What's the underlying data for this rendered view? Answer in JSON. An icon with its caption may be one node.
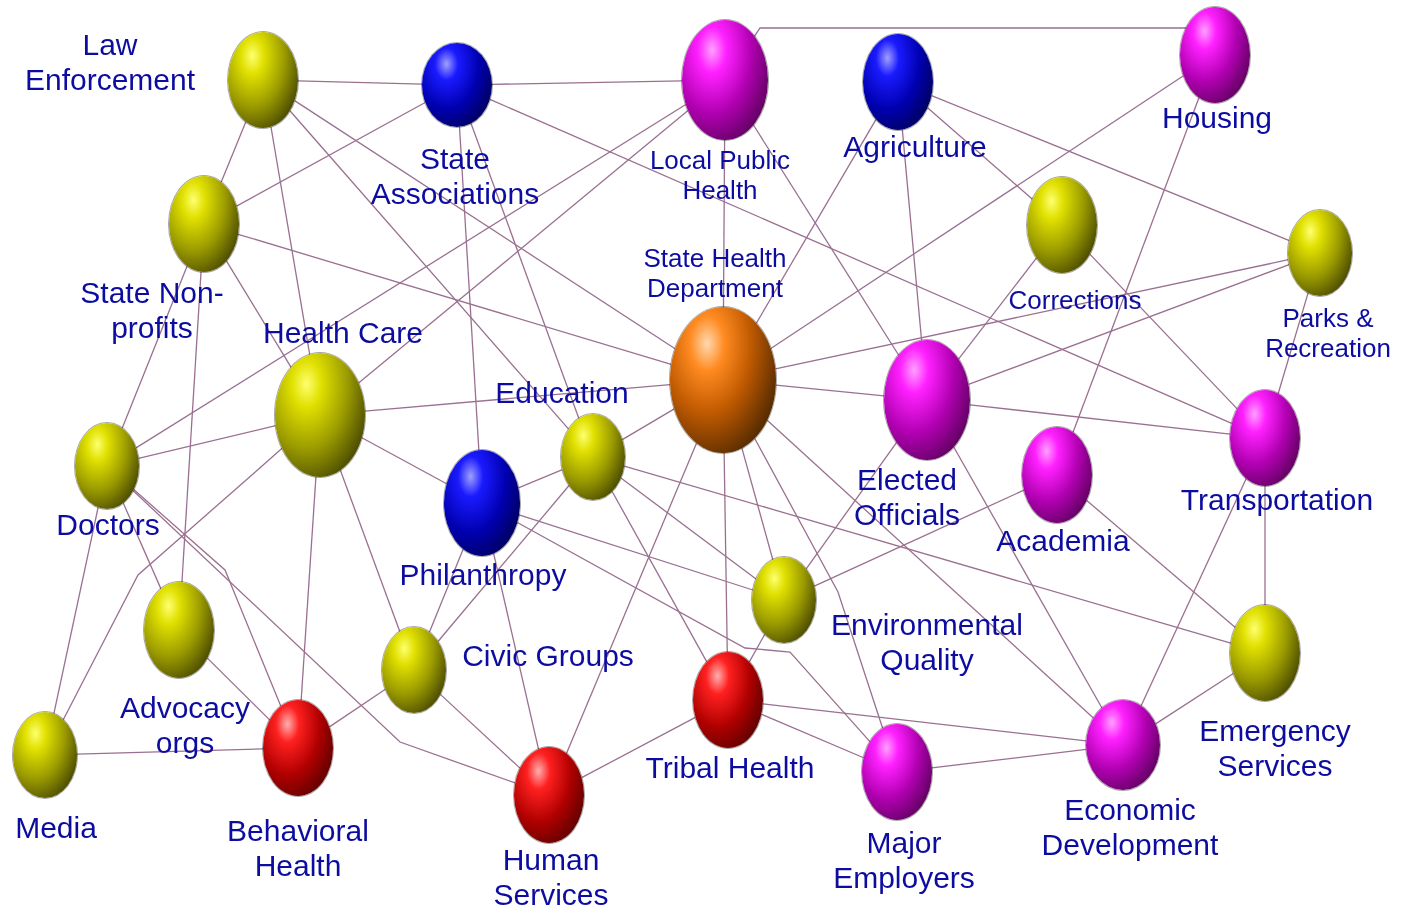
{
  "diagram": {
    "nodes": [
      {
        "text": [
          "Law Enforcement"
        ]
      },
      {
        "text": [
          "State Associations"
        ]
      },
      {
        "text": [
          "Local Public Health"
        ]
      },
      {
        "text": [
          "Agriculture"
        ]
      },
      {
        "text": [
          "Housing"
        ]
      },
      {
        "text": [
          "State Non-profits"
        ]
      },
      {
        "text": [
          "Corrections"
        ]
      },
      {
        "text": [
          "Parks & Recreation"
        ]
      },
      {
        "text": [
          "State Health Department"
        ]
      },
      {
        "text": [
          "Health Care"
        ]
      },
      {
        "text": [
          "Education"
        ]
      },
      {
        "text": [
          "Elected Officials"
        ]
      },
      {
        "text": [
          "Doctors"
        ]
      },
      {
        "text": [
          "Philanthropy"
        ]
      },
      {
        "text": [
          "Academia"
        ]
      },
      {
        "text": [
          "Transportation"
        ]
      },
      {
        "text": [
          "Advocacy orgs"
        ]
      },
      {
        "text": [
          "Environmental Quality"
        ]
      },
      {
        "text": [
          "Civic Groups"
        ]
      },
      {
        "text": [
          "Emergency Services"
        ]
      },
      {
        "text": [
          "Media"
        ]
      },
      {
        "text": [
          "Behavioral Health"
        ]
      },
      {
        "text": [
          "Tribal Health"
        ]
      },
      {
        "text": [
          "Human Services"
        ]
      },
      {
        "text": [
          "Major Employers"
        ]
      },
      {
        "text": [
          "Economic Development"
        ]
      }
    ],
    "edges": [
      {
        "from": 0,
        "to": 1,
        "arrow": "none"
      },
      {
        "from": 0,
        "to": 5,
        "arrow": "none"
      },
      {
        "from": 0,
        "to": 9,
        "arrow": "none"
      },
      {
        "from": 0,
        "to": 8,
        "arrow": "none"
      },
      {
        "from": 0,
        "to": 10,
        "arrow": "none"
      },
      {
        "from": 1,
        "to": 5,
        "arrow": "none"
      },
      {
        "from": 1,
        "to": 2,
        "arrow": "none"
      },
      {
        "from": 1,
        "to": 13,
        "arrow": "none"
      },
      {
        "from": 1,
        "to": 10,
        "arrow": "none"
      },
      {
        "from": 1,
        "to": 15,
        "arrow": "none"
      },
      {
        "from": 2,
        "to": 4,
        "arrow": "none"
      },
      {
        "from": 2,
        "to": 12,
        "arrow": "none"
      },
      {
        "from": 2,
        "to": 9,
        "arrow": "none"
      },
      {
        "from": 2,
        "to": 8,
        "arrow": "none"
      },
      {
        "from": 2,
        "to": 11,
        "arrow": "none"
      },
      {
        "from": 3,
        "to": 8,
        "arrow": "none"
      },
      {
        "from": 3,
        "to": 11,
        "arrow": "none"
      },
      {
        "from": 3,
        "to": 6,
        "arrow": "none"
      },
      {
        "from": 3,
        "to": 7,
        "arrow": "none"
      },
      {
        "from": 4,
        "to": 8,
        "arrow": "none"
      },
      {
        "from": 4,
        "to": 14,
        "arrow": "none"
      },
      {
        "from": 5,
        "to": 8,
        "arrow": "none"
      },
      {
        "from": 5,
        "to": 12,
        "arrow": "none"
      },
      {
        "from": 5,
        "to": 16,
        "arrow": "none"
      },
      {
        "from": 5,
        "to": 9,
        "arrow": "none"
      },
      {
        "from": 6,
        "to": 11,
        "arrow": "none"
      },
      {
        "from": 6,
        "to": 15,
        "arrow": "none"
      },
      {
        "from": 7,
        "to": 8,
        "arrow": "none"
      },
      {
        "from": 7,
        "to": 11,
        "arrow": "none"
      },
      {
        "from": 7,
        "to": 15,
        "arrow": "none"
      },
      {
        "from": 8,
        "to": 9,
        "arrow": "none"
      },
      {
        "from": 8,
        "to": 10,
        "arrow": "none"
      },
      {
        "from": 8,
        "to": 11,
        "arrow": "none"
      },
      {
        "from": 8,
        "to": 22,
        "arrow": "none"
      },
      {
        "from": 8,
        "to": 23,
        "arrow": "none"
      },
      {
        "from": 8,
        "to": 17,
        "arrow": "none"
      },
      {
        "from": 8,
        "to": 24,
        "arrow": "none"
      },
      {
        "from": 8,
        "to": 25,
        "arrow": "none"
      },
      {
        "from": 9,
        "to": 12,
        "arrow": "none"
      },
      {
        "from": 9,
        "to": 13,
        "arrow": "none"
      },
      {
        "from": 9,
        "to": 20,
        "arrow": "none"
      },
      {
        "from": 9,
        "to": 21,
        "arrow": "none"
      },
      {
        "from": 9,
        "to": 18,
        "arrow": "none"
      },
      {
        "from": 12,
        "to": 20,
        "arrow": "none"
      },
      {
        "from": 12,
        "to": 21,
        "arrow": "none"
      },
      {
        "from": 12,
        "to": 23,
        "arrow": "none"
      },
      {
        "from": 12,
        "to": 16,
        "arrow": "none"
      },
      {
        "from": 16,
        "to": 21,
        "arrow": "none"
      },
      {
        "from": 20,
        "to": 21,
        "arrow": "none"
      },
      {
        "from": 13,
        "to": 10,
        "arrow": "none"
      },
      {
        "from": 13,
        "to": 17,
        "arrow": "none"
      },
      {
        "from": 13,
        "to": 23,
        "arrow": "none"
      },
      {
        "from": 13,
        "to": 24,
        "arrow": "none"
      },
      {
        "from": 13,
        "to": 18,
        "arrow": "none"
      },
      {
        "from": 18,
        "to": 21,
        "arrow": "none"
      },
      {
        "from": 18,
        "to": 23,
        "arrow": "none"
      },
      {
        "from": 18,
        "to": 10,
        "arrow": "none"
      },
      {
        "from": 10,
        "to": 22,
        "arrow": "none"
      },
      {
        "from": 10,
        "to": 17,
        "arrow": "none"
      },
      {
        "from": 10,
        "to": 19,
        "arrow": "none"
      },
      {
        "from": 11,
        "to": 17,
        "arrow": "none"
      },
      {
        "from": 11,
        "to": 15,
        "arrow": "none"
      },
      {
        "from": 11,
        "to": 25,
        "arrow": "none"
      },
      {
        "from": 14,
        "to": 17,
        "arrow": "none"
      },
      {
        "from": 14,
        "to": 19,
        "arrow": "none"
      },
      {
        "from": 15,
        "to": 19,
        "arrow": "none"
      },
      {
        "from": 15,
        "to": 25,
        "arrow": "none"
      },
      {
        "from": 17,
        "to": 22,
        "arrow": "none"
      },
      {
        "from": 22,
        "to": 23,
        "arrow": "none"
      },
      {
        "from": 22,
        "to": 24,
        "arrow": "none"
      },
      {
        "from": 22,
        "to": 25,
        "arrow": "none"
      },
      {
        "from": 24,
        "to": 25,
        "arrow": "none"
      },
      {
        "from": 25,
        "to": 19,
        "arrow": "none"
      }
    ]
  }
}
